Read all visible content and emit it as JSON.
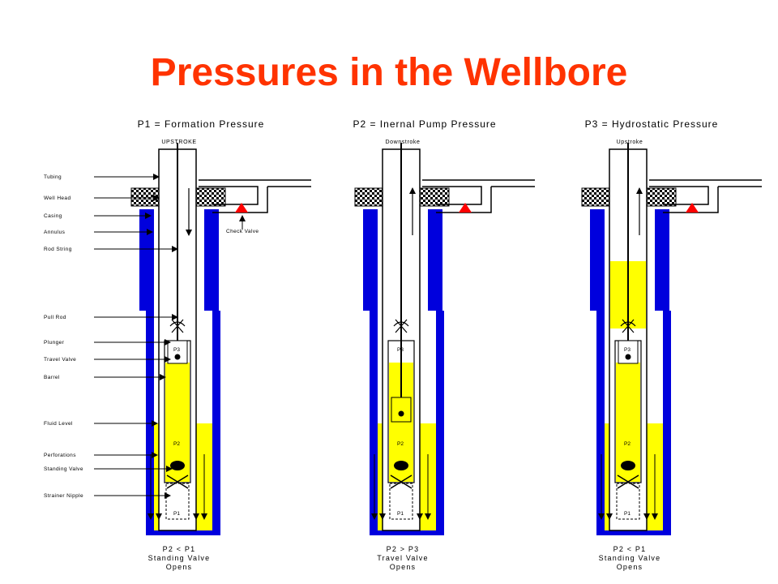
{
  "title": "Pressures in the Wellbore",
  "colors": {
    "title": "#ff3300",
    "casing": "#0000dd",
    "fluid": "#ffff00",
    "check_valve": "#ff0000"
  },
  "labels": [
    "Tubing",
    "Well Head",
    "Casing",
    "Annulus",
    "Rod String",
    "Pull Rod",
    "Plunger",
    "Travel Valve",
    "Barrel",
    "Fluid Level",
    "Perforations",
    "Standing Valve",
    "Strainer Nipple"
  ],
  "check_valve_label": "Check Valve",
  "panels": [
    {
      "heading": "P1 = Formation Pressure",
      "stroke": "UPSTROKE",
      "caption1": "P2 < P1",
      "caption2": "Standing Valve",
      "caption3": "Opens"
    },
    {
      "heading": "P2 = Inernal Pump Pressure",
      "stroke": "Downstroke",
      "caption1": "P2 > P3",
      "caption2": "Travel Valve",
      "caption3": "Opens"
    },
    {
      "heading": "P3 = Hydrostatic Pressure",
      "stroke": "Upstroke",
      "caption1": "P2 < P1",
      "caption2": "Standing Valve",
      "caption3": "Opens"
    }
  ],
  "pressure_labels": {
    "p1": "P1",
    "p2": "P2",
    "p3": "P3"
  }
}
